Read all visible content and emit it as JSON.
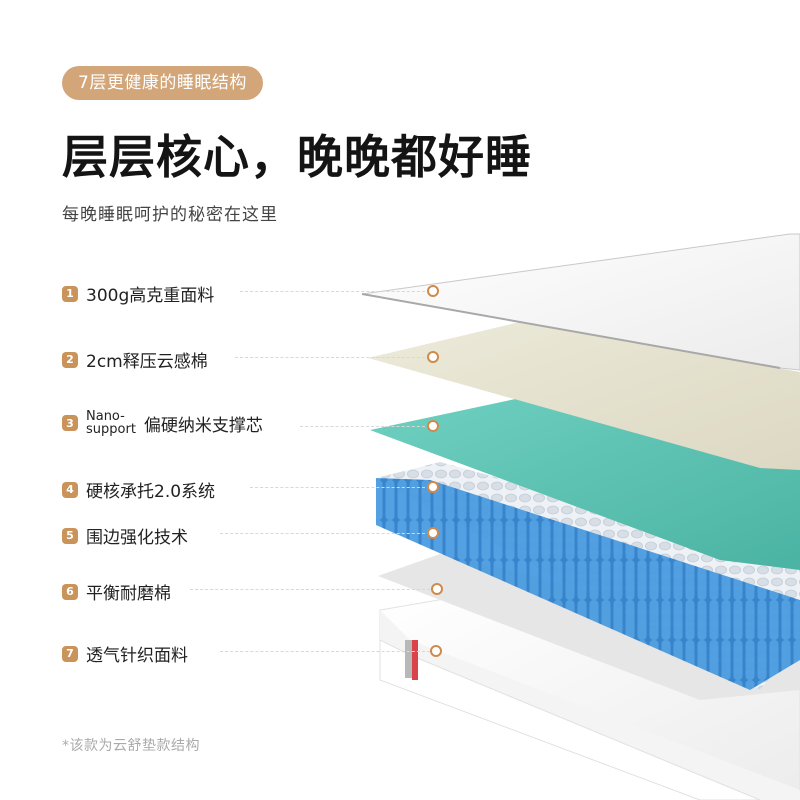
{
  "header": {
    "tag": "7层更健康的睡眠结构",
    "title": "层层核心，晚晚都好睡",
    "subtitle": "每晚睡眠呵护的秘密在这里"
  },
  "layers": [
    {
      "num": "1",
      "label": "300g高克重面料",
      "color": "#f2f2f2"
    },
    {
      "num": "2",
      "label": "2cm释压云感棉",
      "color": "#e6e2d2"
    },
    {
      "num": "3",
      "label_prefix_line1": "Nano-",
      "label_prefix_line2": "support",
      "label": "偏硬纳米支撑芯",
      "color": "#62c4b4"
    },
    {
      "num": "4",
      "label": "硬核承托2.0系统",
      "color": "#3b8fd6"
    },
    {
      "num": "5",
      "label": "围边强化技术",
      "color": "#3b8fd6"
    },
    {
      "num": "6",
      "label": "平衡耐磨棉",
      "color": "#e4e4e4"
    },
    {
      "num": "7",
      "label": "透气针织面料",
      "color": "#f7f7f7"
    }
  ],
  "footnote": "*该款为云舒垫款结构",
  "colors": {
    "accent": "#d2a679",
    "badge": "#c9935a",
    "dot_ring": "#d08a4a",
    "spring_blue": "#3b8fd6",
    "stripe_red": "#d9434a"
  }
}
